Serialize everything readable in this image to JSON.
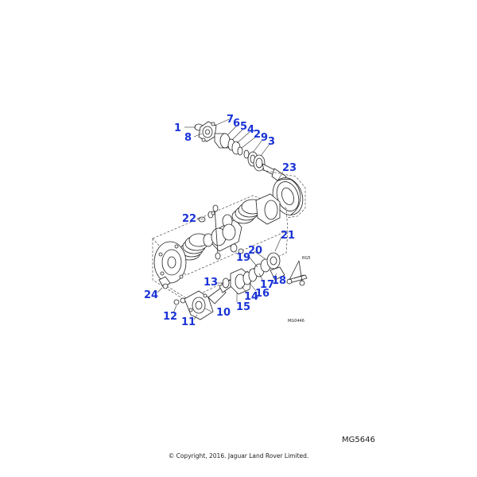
{
  "diagram": {
    "callouts": [
      {
        "id": "c1",
        "label": "1"
      },
      {
        "id": "c8",
        "label": "8"
      },
      {
        "id": "c7",
        "label": "7"
      },
      {
        "id": "c6",
        "label": "6"
      },
      {
        "id": "c5",
        "label": "5"
      },
      {
        "id": "c4",
        "label": "4"
      },
      {
        "id": "c2",
        "label": "2"
      },
      {
        "id": "c9",
        "label": "9"
      },
      {
        "id": "c3",
        "label": "3"
      },
      {
        "id": "c23",
        "label": "23"
      },
      {
        "id": "c22",
        "label": "22"
      },
      {
        "id": "c21",
        "label": "21"
      },
      {
        "id": "c20",
        "label": "20"
      },
      {
        "id": "c19",
        "label": "19"
      },
      {
        "id": "c17",
        "label": "17"
      },
      {
        "id": "c18",
        "label": "18"
      },
      {
        "id": "c13",
        "label": "13"
      },
      {
        "id": "c14",
        "label": "14"
      },
      {
        "id": "c16",
        "label": "16"
      },
      {
        "id": "c15",
        "label": "15"
      },
      {
        "id": "c24",
        "label": "24"
      },
      {
        "id": "c12",
        "label": "12"
      },
      {
        "id": "c10",
        "label": "10"
      },
      {
        "id": "c11",
        "label": "11"
      }
    ],
    "inner_code": "MG0446",
    "bolt_ref": "RG5"
  },
  "footer": {
    "diagram_code": "MG5646",
    "copyright": "© Copyright, 2016. Jaguar Land Rover Limited."
  }
}
